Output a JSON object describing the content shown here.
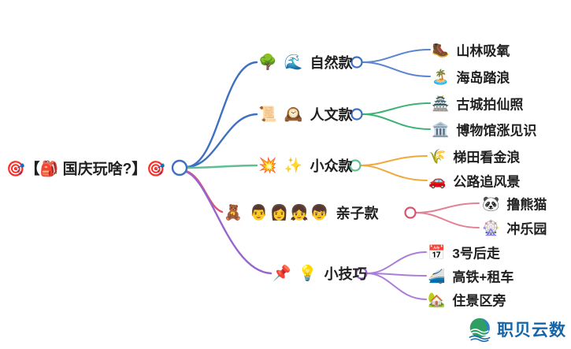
{
  "root": {
    "label": "🎯【🎒 国庆玩啥?】🎯"
  },
  "branches": [
    {
      "icons": "🌳 🌊",
      "label": "自然款",
      "children": [
        {
          "icon": "🥾",
          "label": "山林吸氧"
        },
        {
          "icon": "🏝️",
          "label": "海岛踏浪"
        }
      ]
    },
    {
      "icons": "📜 🕰️",
      "label": "人文款",
      "children": [
        {
          "icon": "🏯",
          "label": "古城拍仙照"
        },
        {
          "icon": "🏛️",
          "label": "博物馆涨见识"
        }
      ]
    },
    {
      "icons": "💥 ✨",
      "label": "小众款",
      "children": [
        {
          "icon": "🌾",
          "label": "梯田看金浪"
        },
        {
          "icon": "🚗",
          "label": "公路追风景"
        }
      ]
    },
    {
      "icons": "🧸 👨👩👧👦",
      "label": "亲子款",
      "children": [
        {
          "icon": "🐼",
          "label": "撸熊猫"
        },
        {
          "icon": "🎡",
          "label": "冲乐园"
        }
      ]
    },
    {
      "icons": "📌 💡",
      "label": "小技巧",
      "children": [
        {
          "icon": "📅",
          "label": "3号后走"
        },
        {
          "icon": "🚄",
          "label": "高铁+租车"
        },
        {
          "icon": "🏡",
          "label": "住景区旁"
        }
      ]
    }
  ],
  "colors": {
    "center": "#3e6fc1",
    "nature": "#3e6fc1",
    "nature_child": "#5b85cf",
    "culture_line": "#3e6fc1",
    "culture_child": "#3bb273",
    "niche_line": "#5fbe92",
    "niche_child": "#f2a93b",
    "family_line": "#d8536b",
    "family_child": "#df8296",
    "tips_line": "#9a64cf",
    "tips_child": "#ab7ddb",
    "text": "#1f1f1f",
    "watermark_text": "#1565a8"
  },
  "watermark": {
    "text": "职贝云数"
  }
}
